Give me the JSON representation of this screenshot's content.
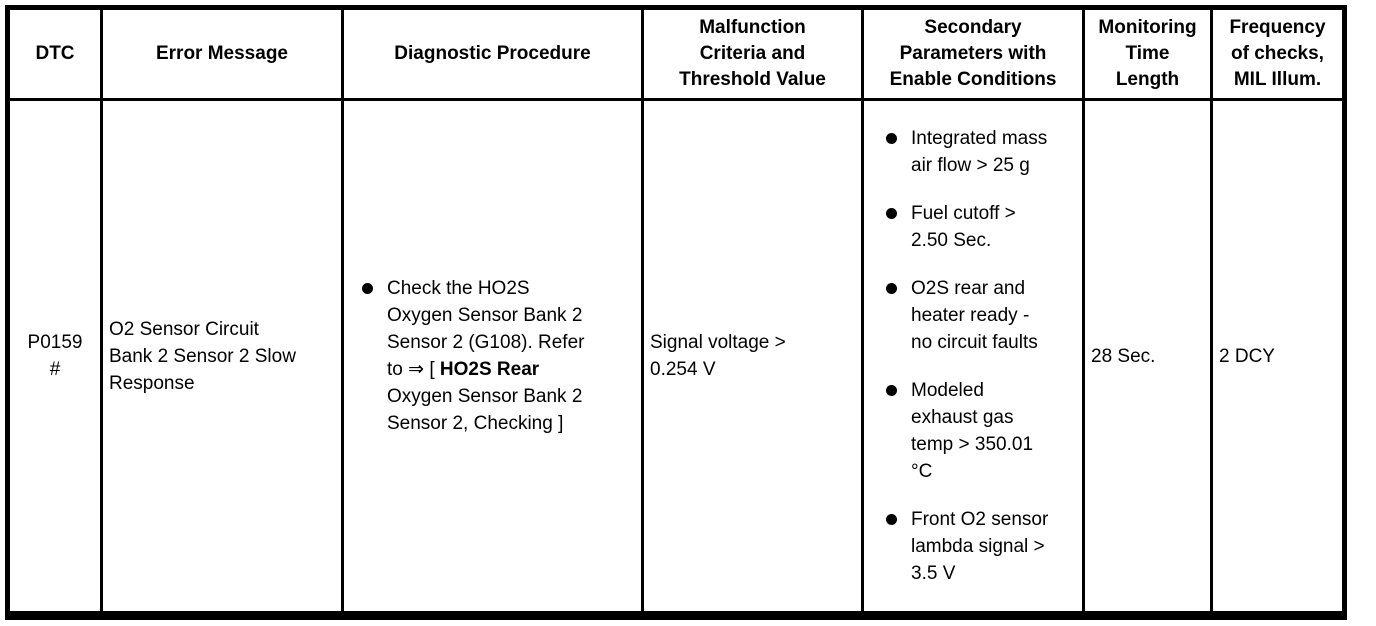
{
  "colors": {
    "border": "#000000",
    "text": "#000000",
    "background": "#ffffff"
  },
  "table": {
    "headers": [
      {
        "label": "DTC"
      },
      {
        "label": "Error Message"
      },
      {
        "label": "Diagnostic Procedure"
      },
      {
        "label": "Malfunction\nCriteria and\nThreshold Value"
      },
      {
        "label": "Secondary\nParameters with\nEnable Conditions"
      },
      {
        "label": "Monitoring\nTime\nLength"
      },
      {
        "label": "Frequency\nof checks,\nMIL Illum."
      }
    ],
    "row": {
      "dtc_code": "P0159",
      "dtc_suffix": "#",
      "error_message": "O2 Sensor Circuit\nBank 2 Sensor 2 Slow\nResponse",
      "diagnostic_procedure": {
        "text_before": "Check the HO2S\nOxygen Sensor Bank 2\nSensor 2 (G108). Refer\nto ⇒ [ ",
        "link_bold": "HO2S Rear",
        "text_after": "\nOxygen Sensor Bank 2\nSensor 2, Checking ]"
      },
      "malfunction_criteria": "Signal voltage >\n0.254 V",
      "secondary_parameters": [
        "Integrated mass\nair flow > 25 g",
        "Fuel cutoff >\n2.50 Sec.",
        "O2S rear and\nheater ready -\nno circuit faults",
        "Modeled\nexhaust gas\ntemp > 350.01\n°C",
        "Front O2 sensor\nlambda signal >\n3.5 V"
      ],
      "monitoring_time": "28 Sec.",
      "frequency": "2 DCY"
    }
  }
}
